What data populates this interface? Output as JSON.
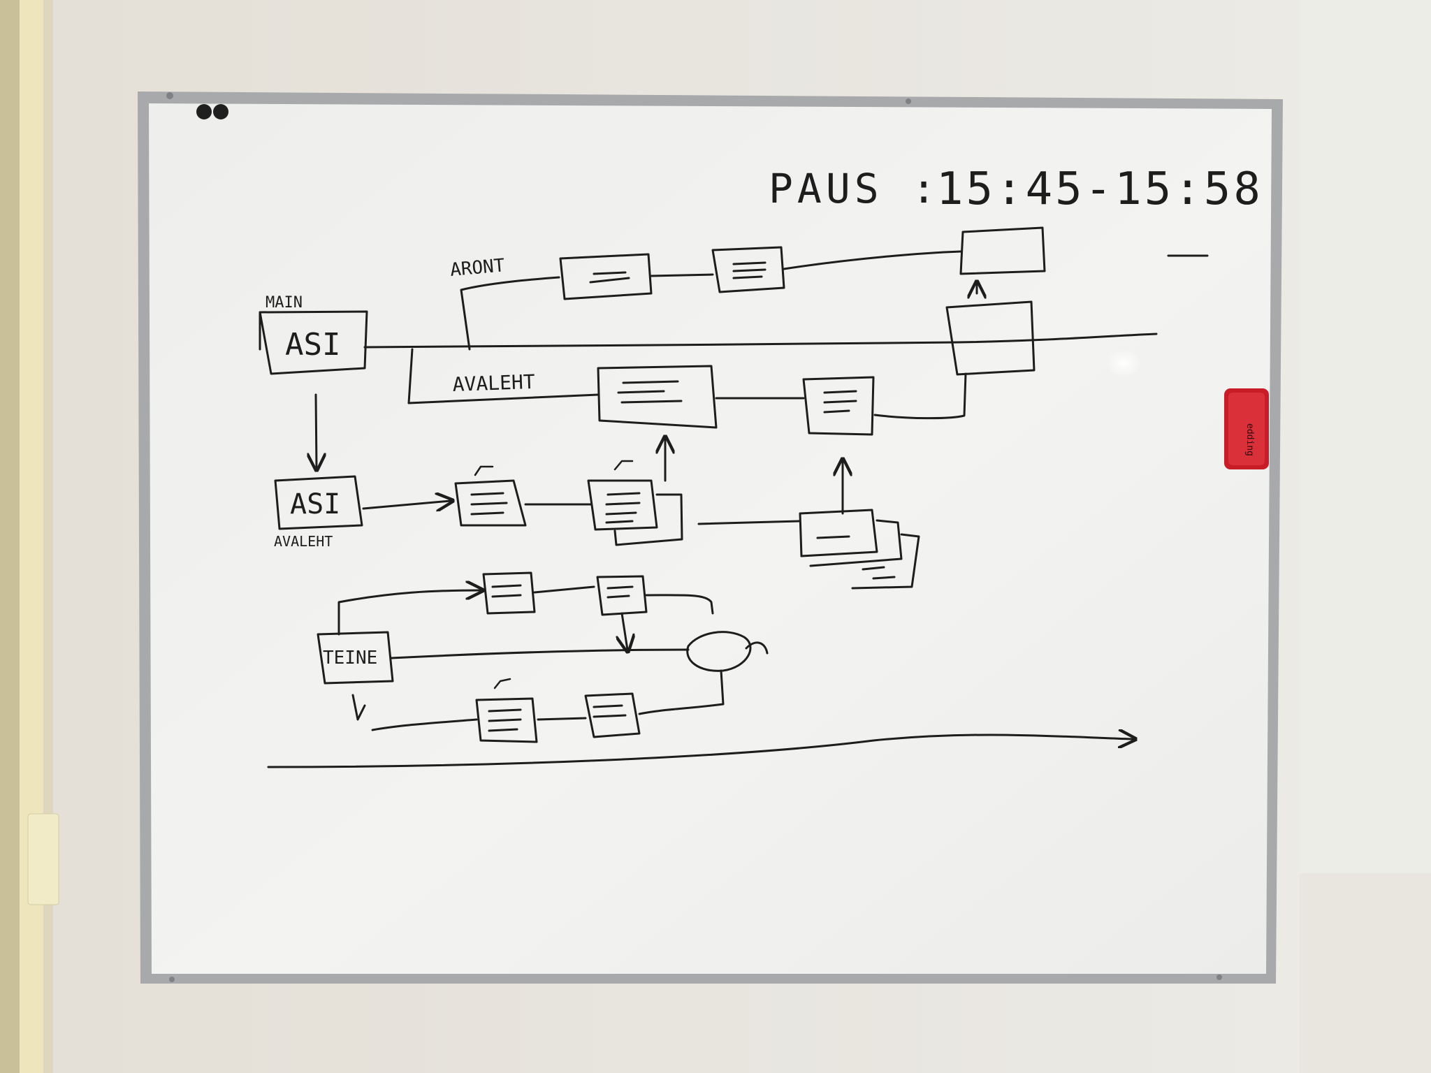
{
  "colors": {
    "wall": "#e6e2dc",
    "wall_right": "#eeece6",
    "trim": "#efe6bf",
    "board_surface": "#f2f2f0",
    "board_frame": "#a9abad",
    "marker": "#1d1d1d",
    "eraser": "#d01f2c"
  },
  "board": {
    "break_label": "PAUS :",
    "break_time": "15:45-15:58",
    "labels": {
      "main": "MAIN",
      "asi_main": "ASI",
      "aront": "ARONT",
      "avaleht_top": "AVALEHT",
      "asi_branch": "ASI",
      "avaleht_bottom": "AVALEHT",
      "teine": "TEINE"
    },
    "eraser_brand": "edding"
  },
  "icons": {
    "magnet": "magnet-icon",
    "eraser": "eraser-icon",
    "check": "check-icon",
    "arrow": "arrow-icon"
  }
}
